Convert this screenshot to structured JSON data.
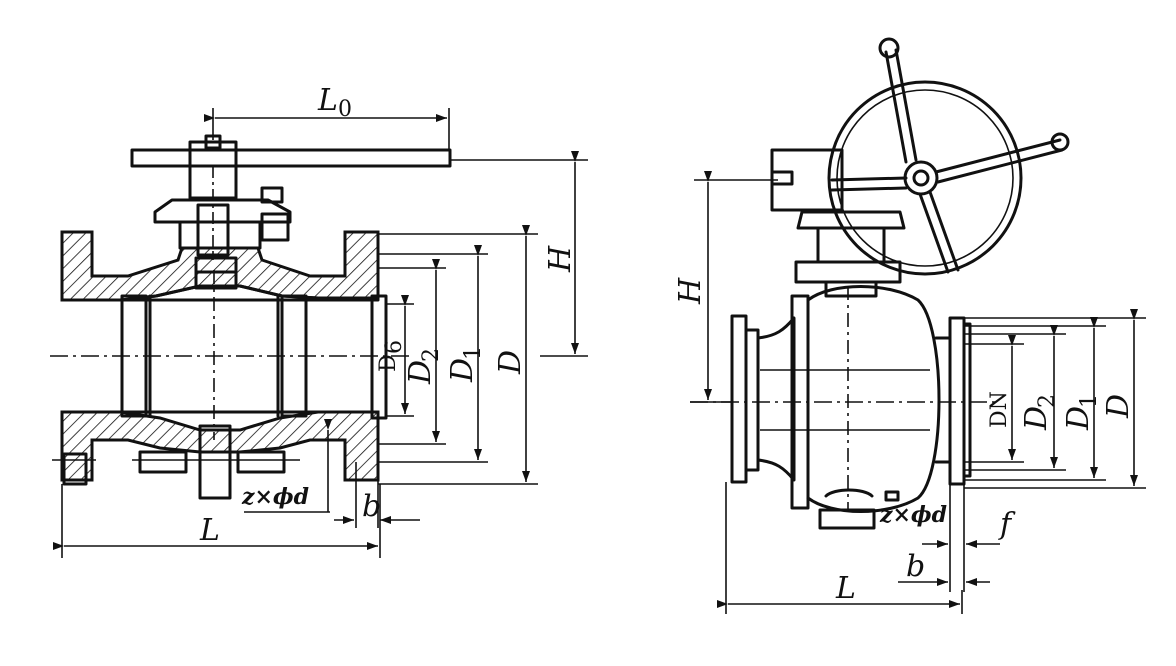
{
  "left_view": {
    "labels": {
      "L0": "L",
      "L0_sub": "0",
      "H": "H",
      "D6": "D",
      "D6_sub": "6",
      "D2": "D",
      "D2_sub": "2",
      "D1": "D",
      "D1_sub": "1",
      "D": "D",
      "bolt": "z×ϕd",
      "b": "b",
      "L": "L"
    }
  },
  "right_view": {
    "labels": {
      "H": "H",
      "DN": "DN",
      "D2": "D",
      "D2_sub": "2",
      "D1": "D",
      "D1_sub": "1",
      "D": "D",
      "bolt": "z×ϕd",
      "f": "f",
      "b": "b",
      "L": "L"
    }
  }
}
